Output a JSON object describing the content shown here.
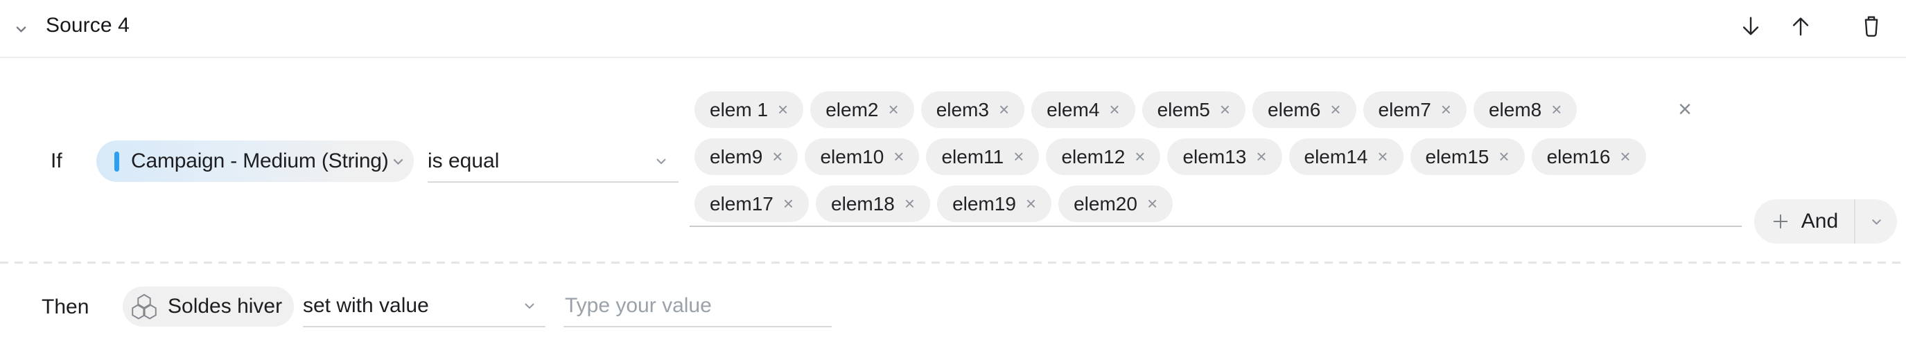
{
  "header": {
    "title": "Source 4"
  },
  "icons": {
    "collapse": "chevron-down",
    "move_down": "arrow-down",
    "move_up": "arrow-up",
    "delete": "trash",
    "field_expand": "chevron-down",
    "add": "plus",
    "target": "hexagon-cluster",
    "remove_glyph": "×",
    "clear_glyph": "×"
  },
  "condition": {
    "label": "If",
    "field": "Campaign - Medium (String)",
    "operator": "is equal",
    "values": [
      "elem 1",
      "elem2",
      "elem3",
      "elem4",
      "elem5",
      "elem6",
      "elem7",
      "elem8",
      "elem9",
      "elem10",
      "elem11",
      "elem12",
      "elem13",
      "elem14",
      "elem15",
      "elem16",
      "elem17",
      "elem18",
      "elem19",
      "elem20"
    ],
    "and_button": "And"
  },
  "action": {
    "label": "Then",
    "target": "Soldes hiver",
    "operation": "set with value",
    "value": "",
    "value_placeholder": "Type your value"
  },
  "colors": {
    "accent_blue": "#2e9ff0",
    "chip_bg": "#efefef",
    "field_gradient_start": "#d7e9f8",
    "field_gradient_end": "#f0f0f1",
    "underline": "#d9d9d9"
  }
}
